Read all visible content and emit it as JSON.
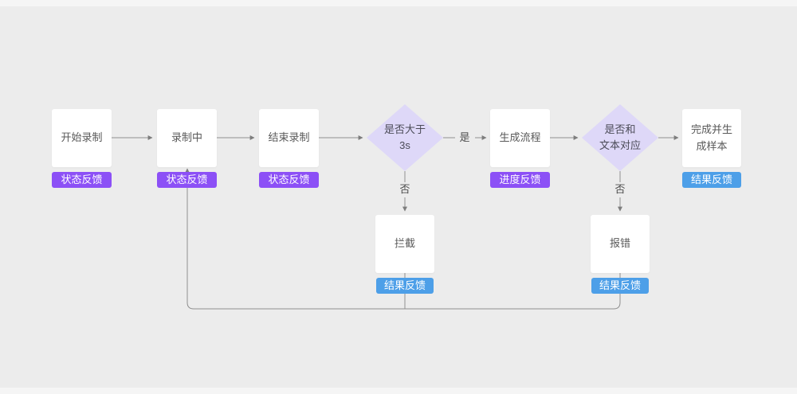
{
  "nodes": {
    "start": {
      "label": "开始录制",
      "badge": "状态反馈"
    },
    "recording": {
      "label": "录制中",
      "badge": "状态反馈"
    },
    "end": {
      "label": "结束录制",
      "badge": "状态反馈"
    },
    "decision_duration": {
      "label": "是否大于\n3s"
    },
    "generate": {
      "label": "生成流程",
      "badge": "进度反馈"
    },
    "decision_text": {
      "label": "是否和\n文本对应"
    },
    "complete": {
      "label": "完成并生成样本",
      "badge": "结果反馈"
    },
    "intercept": {
      "label": "拦截",
      "badge": "结果反馈"
    },
    "error": {
      "label": "报错",
      "badge": "结果反馈"
    }
  },
  "edge_labels": {
    "yes": "是",
    "no_duration": "否",
    "no_text": "否"
  },
  "colors": {
    "background": "#ececec",
    "box_fill": "#ffffff",
    "diamond_fill": "#ded8f8",
    "badge_status_purple": "#8c50f6",
    "badge_result_blue": "#4d9fe8",
    "connector_line": "#8f8f8f",
    "box_text": "#595959"
  }
}
